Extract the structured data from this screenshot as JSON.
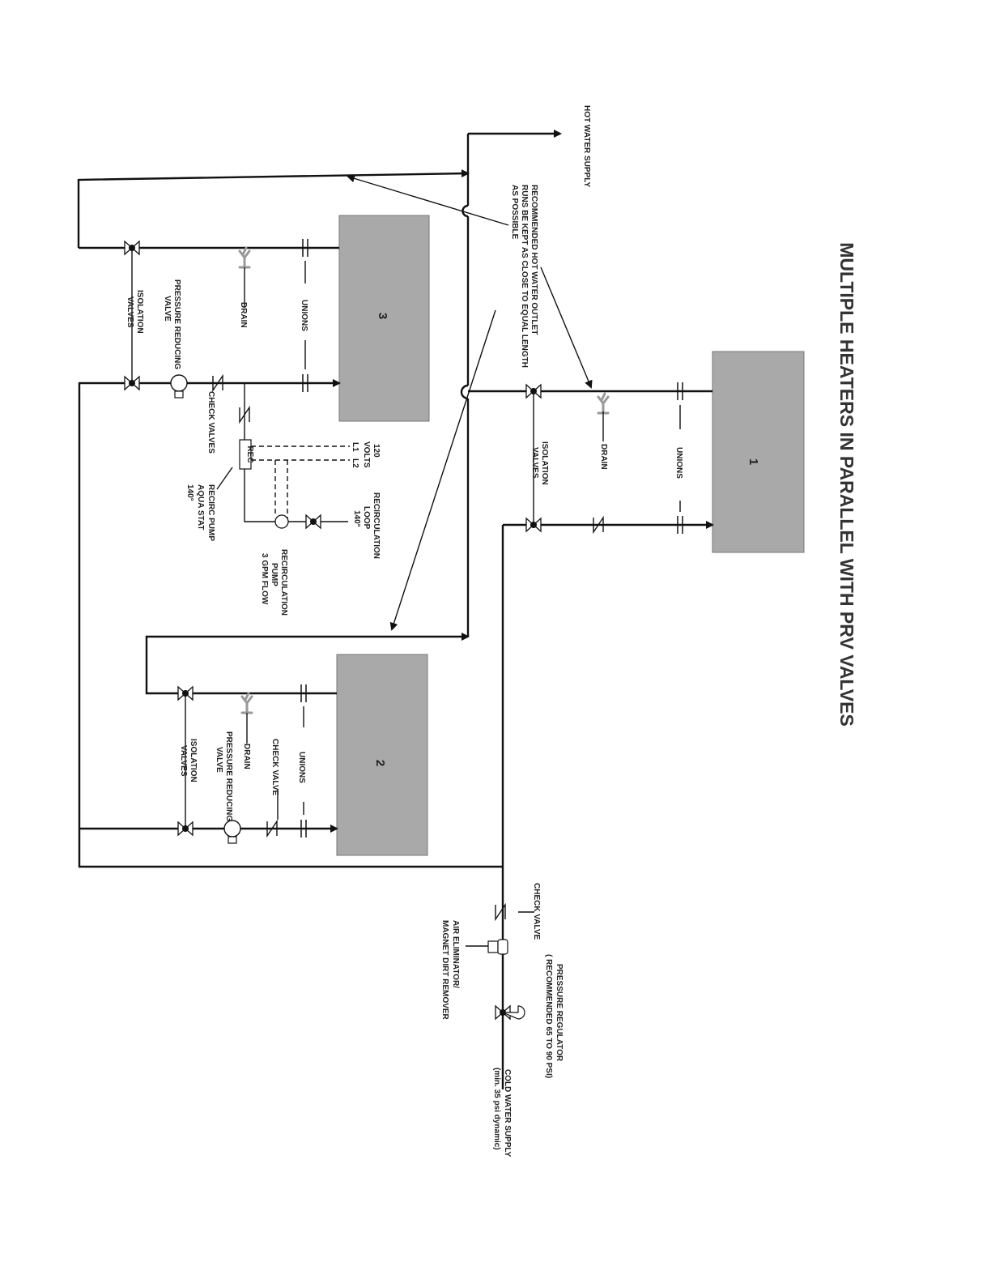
{
  "title": "MULTIPLE HEATERS IN PARALLEL WITH PRV VALVES",
  "heaters": [
    "1",
    "2",
    "3"
  ],
  "labels": {
    "hot_water_supply": "HOT WATER SUPPLY",
    "recommended_line1": "RECOMMENDED HOT WATER OUTLET",
    "recommended_line2": "RUNS BE KEPT AS CLOSE TO EQUAL LENGTH",
    "recommended_line3": "AS POSSIBLE",
    "unions": "UNIONS",
    "drain": "DRAIN",
    "isolation": "ISOLATION",
    "valves": "VALVES",
    "prv_line1": "PRESSURE REDUCING",
    "prv_line2": "VALVE",
    "check_valves": "CHECK VALVES",
    "check_valve": "CHECK VALVE",
    "volts_120": "120",
    "volts": "VOLTS",
    "l1": "L1",
    "l2": "L2",
    "rec": "REC",
    "recirc_loop_1": "RECIRCULATION",
    "recirc_loop_2": "LOOP",
    "recirc_loop_3": "140°",
    "recirc_pump_1": "RECIRCULATION",
    "recirc_pump_2": "PUMP",
    "recirc_pump_3": "3 GPM FLOW",
    "aquastat_1": "RECIRC PUMP",
    "aquastat_2": "AQUA STAT",
    "aquastat_3": "140°",
    "pressure_regulator_1": "PRESSURE  REGULATOR",
    "pressure_regulator_2": "( RECOMMENDED 65 TO 90 PSI)",
    "cold_water_1": "COLD WATER SUPPLY",
    "cold_water_2": "(min. 35 psi dynamic)",
    "air_eliminator_1": "AIR ELIMINATOR/",
    "air_eliminator_2": "MAGNET DIRT REMOVER"
  }
}
